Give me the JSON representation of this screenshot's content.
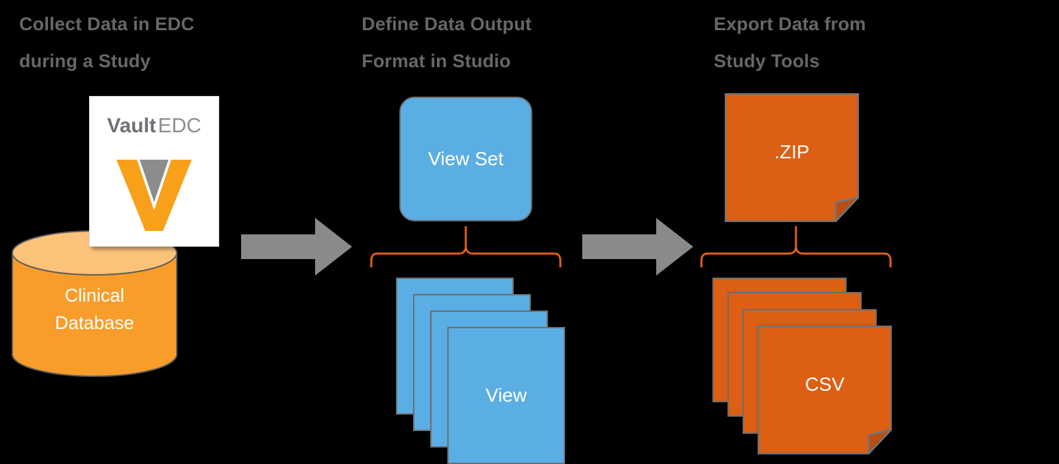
{
  "diagram": {
    "title": "Vault EDC data export flow",
    "background_color": "#000000",
    "steps": [
      {
        "id": "collect",
        "heading": "Collect Data in EDC\nduring a Study",
        "nodes": [
          {
            "id": "vault-edc-logo",
            "label_bold": "Vault",
            "label_light": "EDC",
            "icon": "veeva-v-logo",
            "shape": "card"
          },
          {
            "id": "clinical-database",
            "label": "Clinical\nDatabase",
            "shape": "cylinder"
          }
        ]
      },
      {
        "id": "define",
        "heading": "Define Data Output\nFormat in Studio",
        "nodes": [
          {
            "id": "view-set",
            "label": "View Set",
            "shape": "rounded-rectangle"
          },
          {
            "id": "view-stack",
            "label": "View",
            "shape": "stacked-cards",
            "count": 4
          }
        ]
      },
      {
        "id": "export",
        "heading": "Export Data from\nStudy Tools",
        "nodes": [
          {
            "id": "zip-file",
            "label": ".ZIP",
            "shape": "folded-corner-document"
          },
          {
            "id": "csv-stack",
            "label": "CSV",
            "shape": "stacked-folded-documents",
            "count": 4
          }
        ]
      }
    ],
    "connectors": [
      {
        "id": "arrow-collect-to-define",
        "type": "block-arrow",
        "direction": "right",
        "color": "#8A8A8A"
      },
      {
        "id": "arrow-define-to-export",
        "type": "block-arrow",
        "direction": "right",
        "color": "#8A8A8A"
      },
      {
        "id": "brace-view-set-to-views",
        "type": "brace",
        "color": "#E0601C"
      },
      {
        "id": "brace-zip-to-csvs",
        "type": "brace",
        "color": "#E0601C"
      }
    ],
    "colors": {
      "heading_text": "#656869",
      "blue": "#5BAEE4",
      "orange_dark": "#DD5F13",
      "orange_bright": "#F99D2A",
      "orange_light": "#FBC37A",
      "orange_accent": "#E0601C",
      "gray_arrow": "#8A8A8A",
      "stroke_gray": "#6E6E6E",
      "veeva_orange": "#F9A01B",
      "veeva_gray": "#8C8C8C",
      "card_white": "#FFFFFF",
      "label_white": "#FFFFFF"
    }
  }
}
